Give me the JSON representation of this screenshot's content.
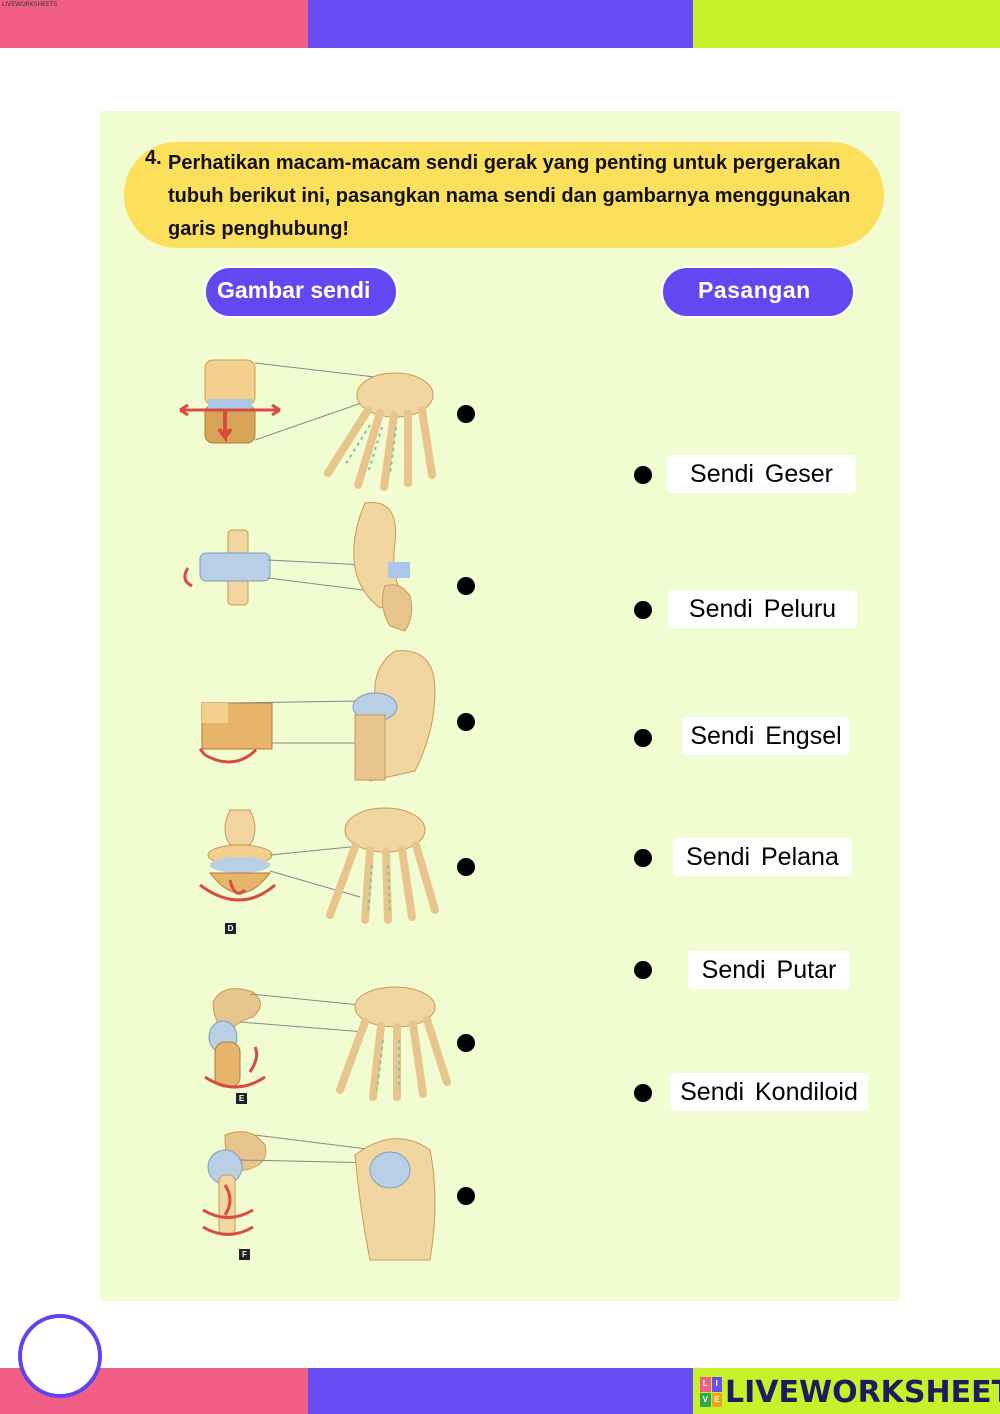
{
  "top_logo": "LIVEWORKSHEETS",
  "question": {
    "number": "4.",
    "text": "Perhatikan macam-macam sendi gerak yang penting untuk pergerakan tubuh berikut ini, pasangkan nama sendi dan gambarnya menggunakan garis penghubung!"
  },
  "headers": {
    "left": "Gambar sendi",
    "right": "Pasangan"
  },
  "figure_letters": [
    "D",
    "E",
    "F"
  ],
  "answers": [
    {
      "label": "Sendi Geser"
    },
    {
      "label": "Sendi Peluru"
    },
    {
      "label": "Sendi Engsel"
    },
    {
      "label": "Sendi Pelana"
    },
    {
      "label": "Sendi Putar"
    },
    {
      "label": "Sendi Kondiloid"
    }
  ],
  "brand": {
    "text": "LIVEWORKSHEETS",
    "icon_letters": [
      "L",
      "I",
      "V",
      "E"
    ]
  },
  "colors": {
    "pink": "#f25f86",
    "purple": "#6a4ef3",
    "lime": "#c6f22b",
    "panel": "#f1fcd1",
    "bubble": "#fcdf5b",
    "pill": "#6348f2"
  }
}
